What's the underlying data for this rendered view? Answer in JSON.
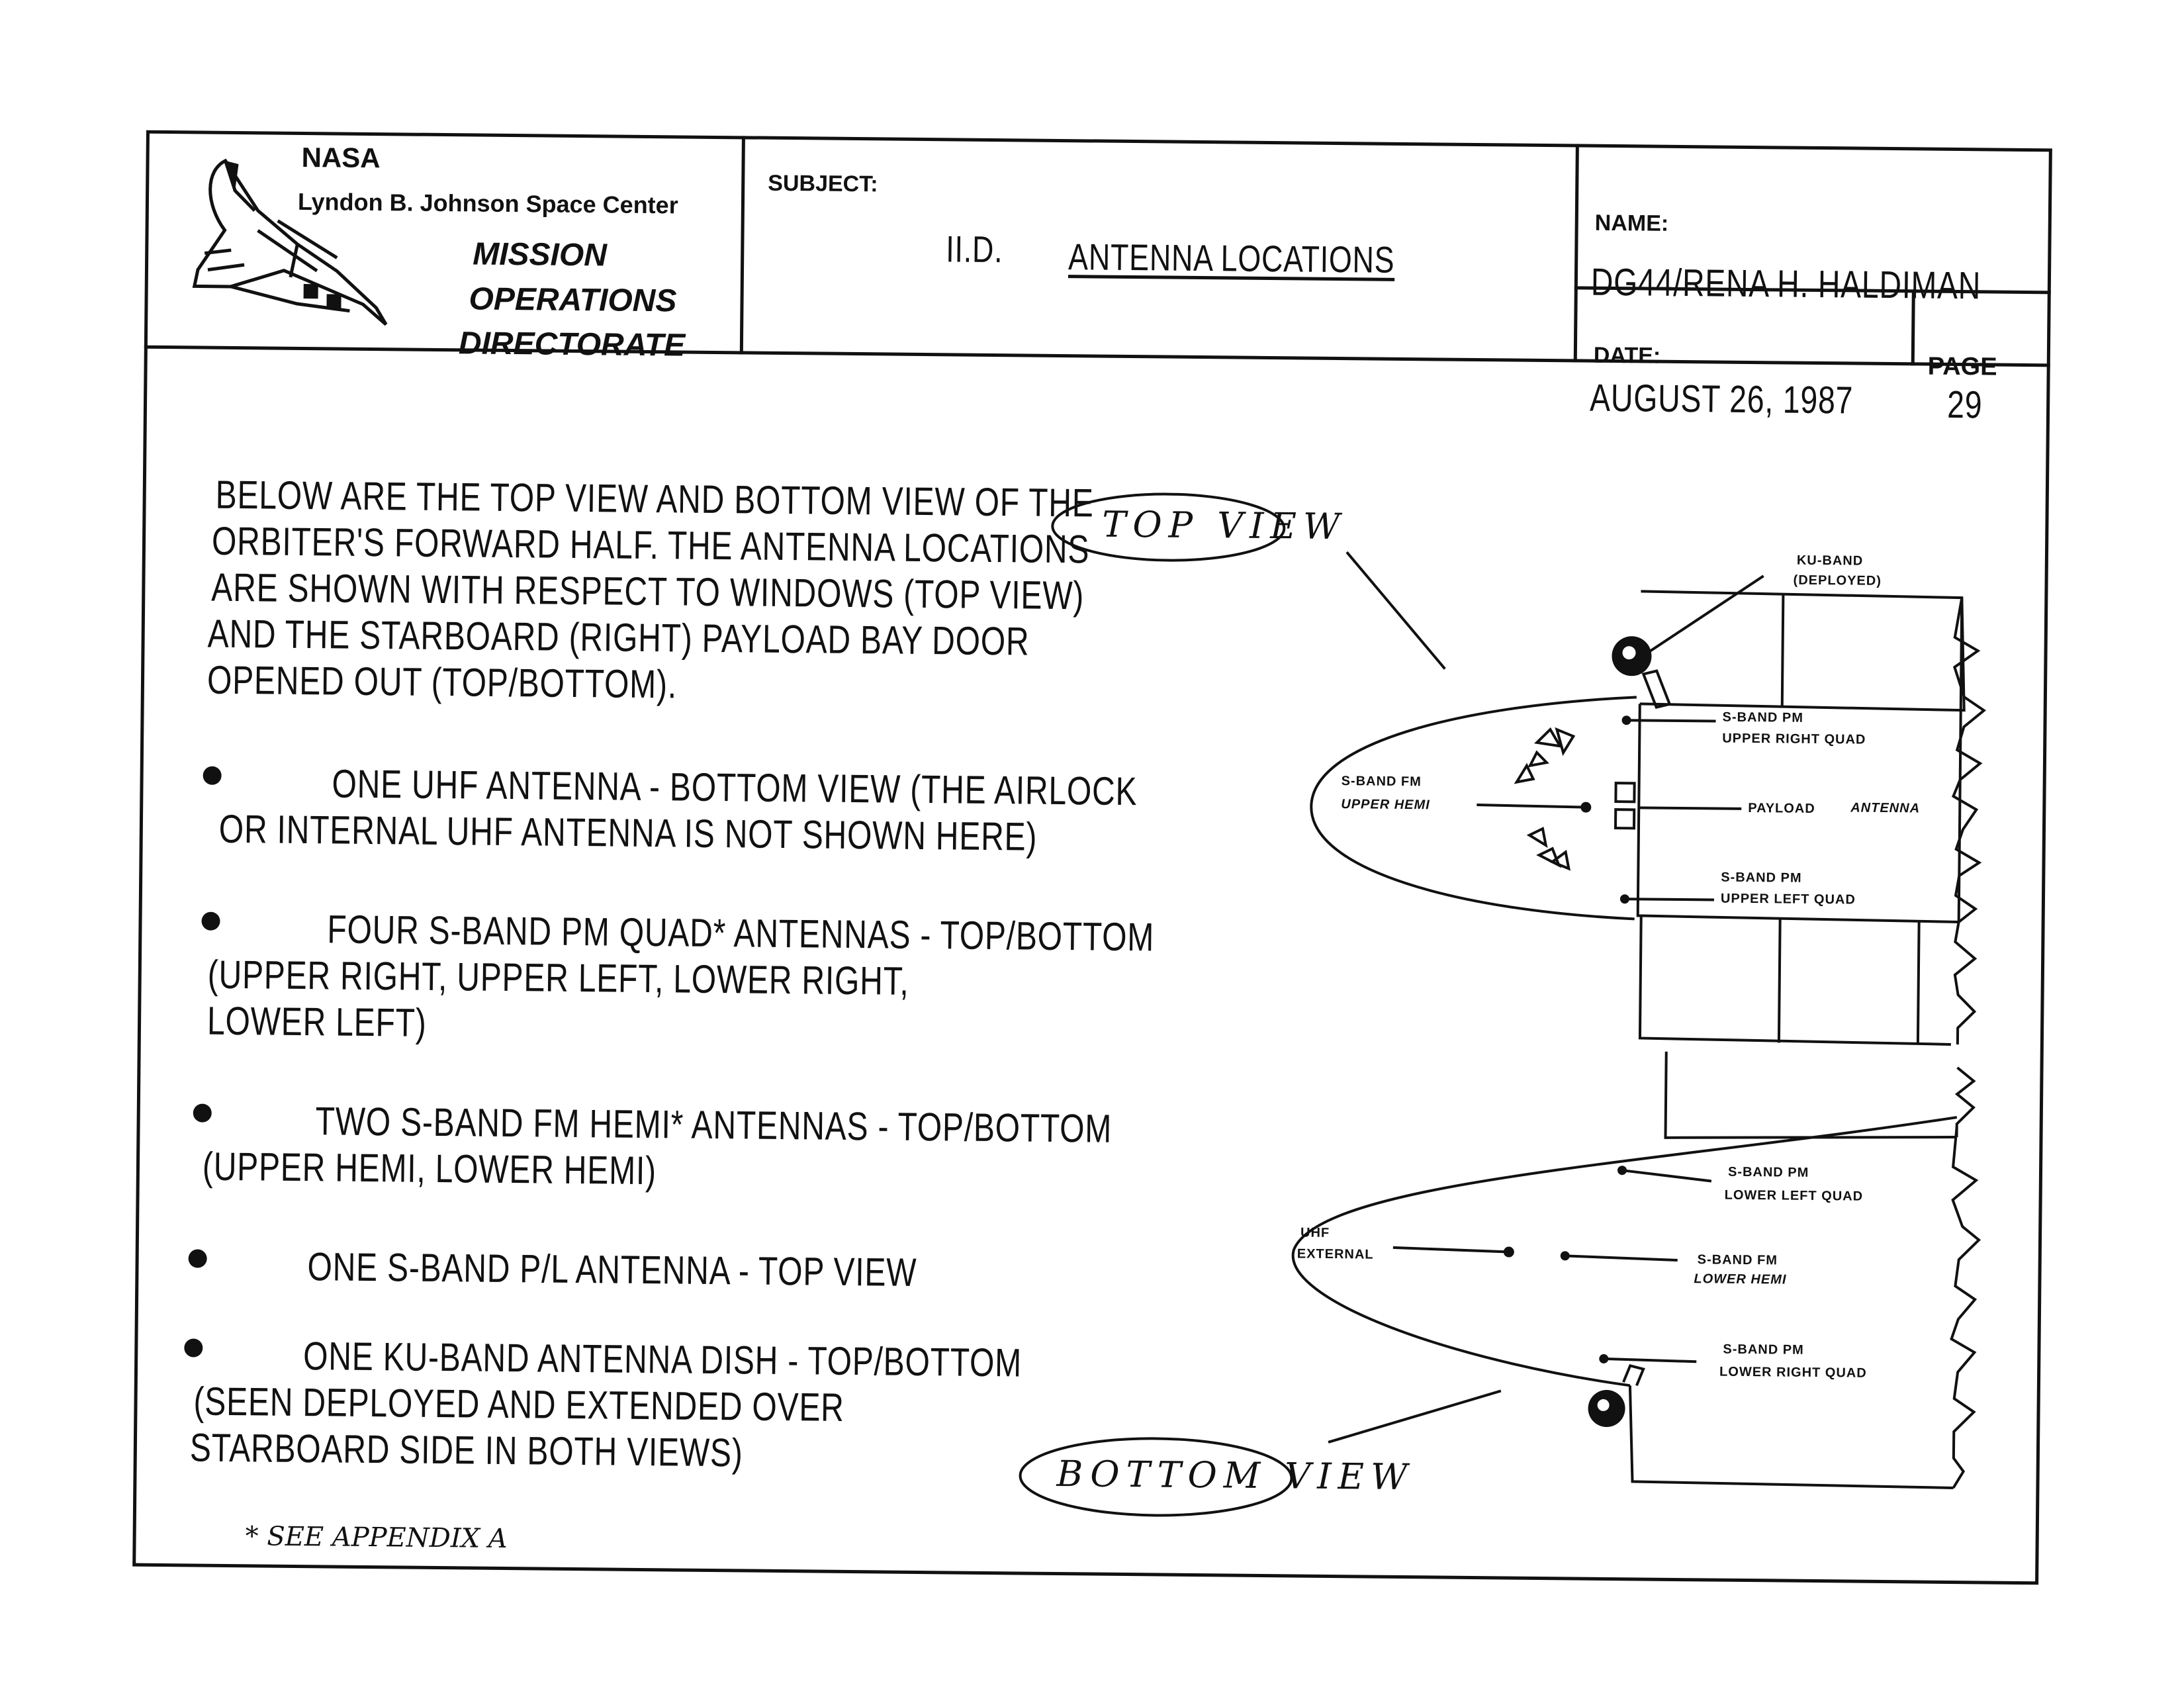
{
  "header": {
    "org_name": "NASA",
    "center": "Lyndon B. Johnson Space Center",
    "directorate_line1": "MISSION",
    "directorate_line2": "OPERATIONS",
    "directorate_line3": "DIRECTORATE",
    "subject_label": "SUBJECT:",
    "subject_number": "II.D.",
    "subject_title": "ANTENNA LOCATIONS",
    "name_label": "NAME:",
    "name_value": "DG44/RENA H. HALDIMAN",
    "date_label": "DATE:",
    "date_value": "AUGUST 26, 1987",
    "page_label": "PAGE",
    "page_value": "29"
  },
  "body": {
    "intro_lines": [
      "BELOW ARE THE TOP VIEW AND BOTTOM VIEW OF THE",
      "ORBITER'S FORWARD HALF.  THE ANTENNA LOCATIONS",
      "ARE SHOWN WITH RESPECT TO WINDOWS (TOP VIEW)",
      "AND THE STARBOARD (RIGHT) PAYLOAD BAY DOOR",
      "OPENED OUT (TOP/BOTTOM)."
    ],
    "bullets": [
      {
        "lines": [
          "ONE UHF ANTENNA - BOTTOM VIEW (THE AIRLOCK",
          "OR INTERNAL UHF ANTENNA IS NOT SHOWN HERE)"
        ]
      },
      {
        "lines": [
          "FOUR S-BAND PM QUAD* ANTENNAS - TOP/BOTTOM",
          "(UPPER RIGHT, UPPER LEFT, LOWER RIGHT,",
          "LOWER LEFT)"
        ]
      },
      {
        "lines": [
          "TWO S-BAND FM HEMI* ANTENNAS - TOP/BOTTOM",
          "(UPPER HEMI, LOWER HEMI)"
        ]
      },
      {
        "lines": [
          "ONE S-BAND P/L ANTENNA - TOP VIEW"
        ]
      },
      {
        "lines": [
          "ONE KU-BAND ANTENNA DISH - TOP/BOTTOM",
          "(SEEN DEPLOYED AND EXTENDED OVER",
          "STARBOARD SIDE IN BOTH VIEWS)"
        ]
      }
    ],
    "footnote": "* SEE APPENDIX A"
  },
  "diagram": {
    "top_view_label": "TOP  VIEW",
    "bottom_view_label": "BOTTOM  VIEW",
    "callouts": {
      "ku_band_1": "KU-BAND",
      "ku_band_2": "(DEPLOYED)",
      "upper_right_1": "S-BAND PM",
      "upper_right_2": "UPPER RIGHT QUAD",
      "upper_hemi_1": "S-BAND FM",
      "upper_hemi_2": "UPPER HEMI",
      "payload": "PAYLOAD",
      "antenna": "ANTENNA",
      "upper_left_1": "S-BAND PM",
      "upper_left_2": "UPPER LEFT QUAD",
      "lower_left_1": "S-BAND PM",
      "lower_left_2": "LOWER LEFT QUAD",
      "uhf_1": "UHF",
      "uhf_2": "EXTERNAL",
      "lower_hemi_1": "S-BAND FM",
      "lower_hemi_2": "LOWER HEMI",
      "lower_right_1": "S-BAND PM",
      "lower_right_2": "LOWER RIGHT QUAD"
    }
  }
}
